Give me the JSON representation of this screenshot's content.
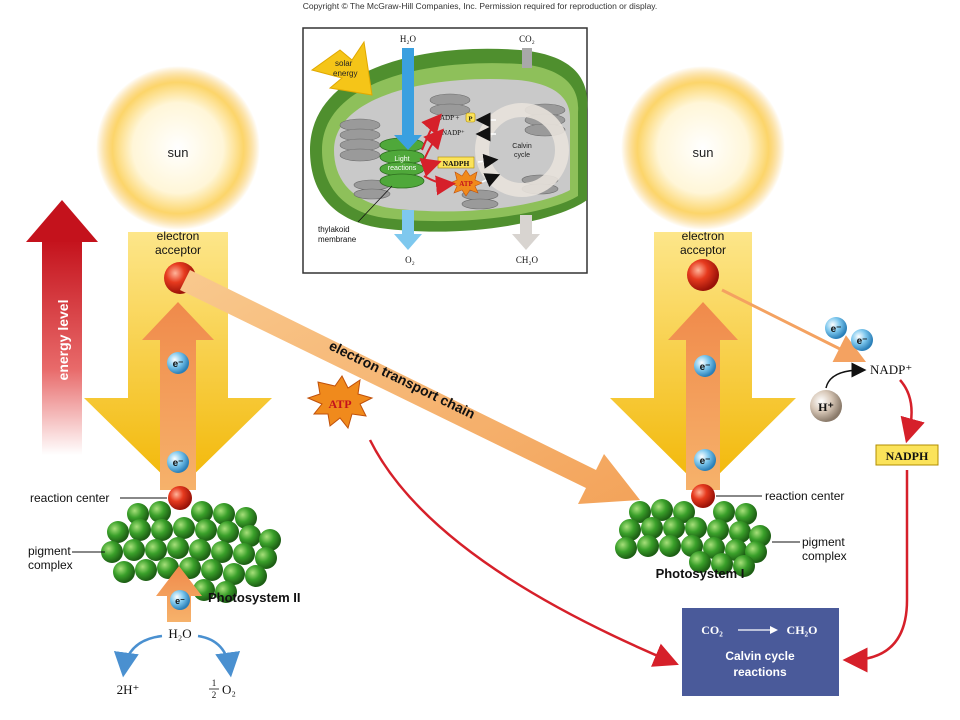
{
  "copyright": "Copyright © The McGraw-Hill Companies, Inc. Permission required for reproduction or display.",
  "inset": {
    "solar_energy_line1": "solar",
    "solar_energy_line2": "energy",
    "h2o": "H₂O",
    "co2": "CO₂",
    "adp_p": "ADP +",
    "p": "P",
    "nadp_plus": "NADP⁺",
    "light_reactions_line1": "Light",
    "light_reactions_line2": "reactions",
    "nadph": "NADPH",
    "atp": "ATP",
    "calvin_cycle_line1": "Calvin",
    "calvin_cycle_line2": "cycle",
    "thylakoid_line1": "thylakoid",
    "thylakoid_line2": "membrane",
    "o2": "O₂",
    "ch2o": "CH₂O"
  },
  "left": {
    "sun": "sun",
    "electron_acceptor_line1": "electron",
    "electron_acceptor_line2": "acceptor",
    "energy_level": "energy level",
    "reaction_center": "reaction center",
    "pigment_complex_line1": "pigment",
    "pigment_complex_line2": "complex",
    "photosystem": "Photosystem II",
    "electron": "e⁻",
    "h2o": "H₂O",
    "two_h_plus": "2H⁺",
    "half": "1",
    "half_den": "2",
    "o2": "O₂"
  },
  "middle": {
    "etc": "electron transport chain",
    "atp": "ATP"
  },
  "right": {
    "sun": "sun",
    "electron_acceptor_line1": "electron",
    "electron_acceptor_line2": "acceptor",
    "reaction_center": "reaction center",
    "pigment_complex_line1": "pigment",
    "pigment_complex_line2": "complex",
    "photosystem": "Photosystem I",
    "electron": "e⁻",
    "h_plus": "H⁺",
    "nadp_plus": "NADP⁺",
    "nadph": "NADPH"
  },
  "calvin": {
    "co2": "CO₂",
    "ch2o": "CH₂O",
    "line1": "Calvin cycle",
    "line2": "reactions"
  },
  "colors": {
    "yellow_arrow": "#f5c518",
    "orange_arrow": "#f4a261",
    "red_arrow": "#d6202a",
    "calvin_box": "#4a5a9a",
    "pigment_green": "#3aa02a",
    "nadph_box": "#fbe35a"
  }
}
